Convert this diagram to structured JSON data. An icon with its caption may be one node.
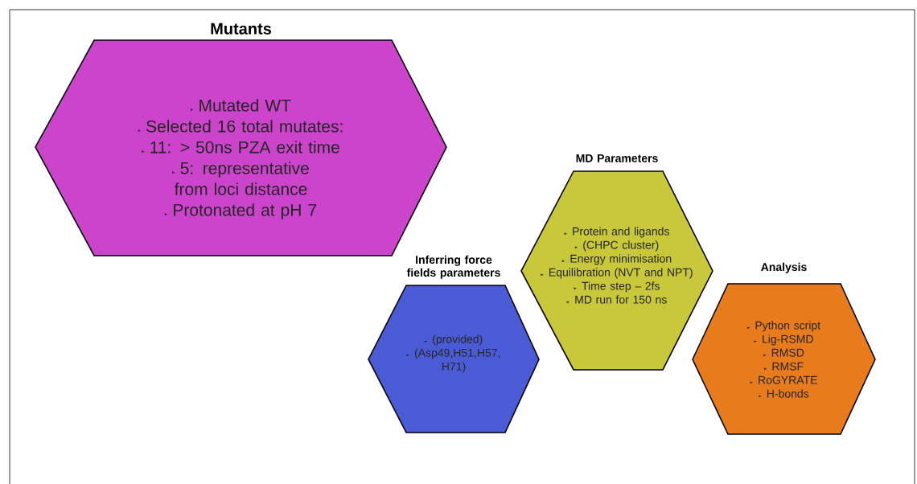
{
  "diagram": {
    "nodes": [
      {
        "text": [
          "Mutants",
          "Mutated WT",
          "Selected 16 total mutates:",
          "11: > 50ns PZA exit time",
          "5: representative from loci distance",
          "Protonated at pH 7"
        ]
      },
      {
        "text": [
          "Inferring force fields parameters",
          "(provided)",
          "(Asp49,H51,H57, H71)"
        ]
      },
      {
        "text": [
          "MD Parameters",
          "Protein and ligands",
          "(CHPC cluster)",
          "Energy minimisation",
          "Equilibration (NVT and NPT)",
          "Time step – 2fs",
          "MD run for 150 ns"
        ]
      },
      {
        "text": [
          "Analysis",
          "Python script",
          "Lig-RSMD",
          "RMSD",
          "RMSF",
          "RoGYRATE",
          "H-bonds"
        ]
      }
    ]
  }
}
